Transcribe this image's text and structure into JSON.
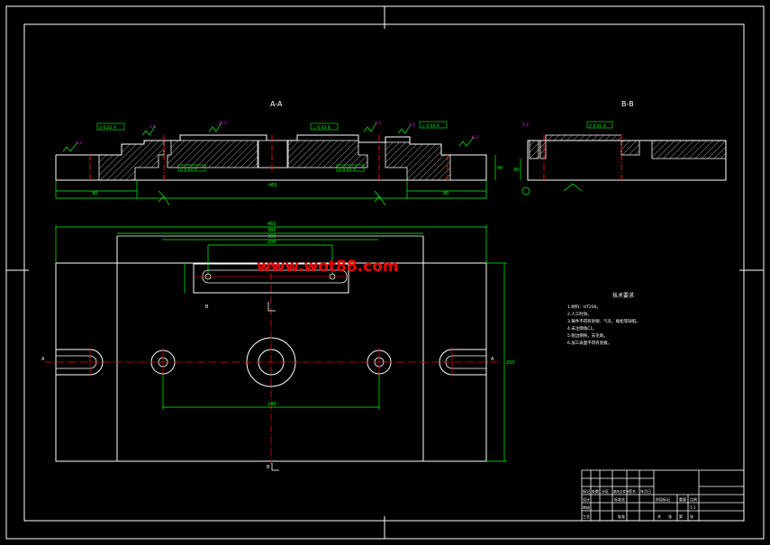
{
  "view_labels": {
    "section_a": "A-A",
    "section_b": "B-B"
  },
  "watermark": "www.wot88.com",
  "tech_requirements": {
    "title": "技术要求",
    "items": [
      "1.材料：HT200。",
      "2.人工时效。",
      "3.铸件不得有砂眼、气孔、缩松等缺陷。",
      "4.未注倒角C1。",
      "5.锐边倒钝，去毛刺。",
      "6.加工表面不得有划痕。"
    ]
  },
  "dimensions": {
    "top_overall": "460",
    "top_inner_1": "380",
    "top_inner_2": "300",
    "slot_width": "200",
    "holes_spacing": "240",
    "height_right": "200",
    "section_a_length": "460",
    "section_a_left": "90",
    "section_a_right": "90",
    "section_a_height": "40",
    "section_b_height": "30"
  },
  "tolerance_frames": [
    "// 0.02 A",
    "⊥ 0.03 B",
    "⊥ 0.02 A",
    "// 0.02 A",
    "// 0.01 A"
  ],
  "roughness_marks": [
    "3.2",
    "1.6",
    "6.3",
    "3.2",
    "1.6",
    "6.3"
  ],
  "datum_labels": [
    "A",
    "B"
  ],
  "section_marks": [
    "A",
    "A",
    "B",
    "B"
  ],
  "title_block": {
    "row1": [
      "标记",
      "处数",
      "分区",
      "更改文件号",
      "签名",
      "年月日"
    ],
    "row2": [
      "设计",
      "",
      "标准化",
      "",
      "",
      ""
    ],
    "row3": [
      "审核",
      "",
      "",
      "",
      "",
      ""
    ],
    "row4": [
      "工艺",
      "",
      "批准",
      "",
      "",
      ""
    ],
    "stage_headers": [
      "阶段标记",
      "重量",
      "比例"
    ],
    "scale": "1:1",
    "sheet": [
      "共",
      "张",
      "第",
      "张"
    ]
  }
}
